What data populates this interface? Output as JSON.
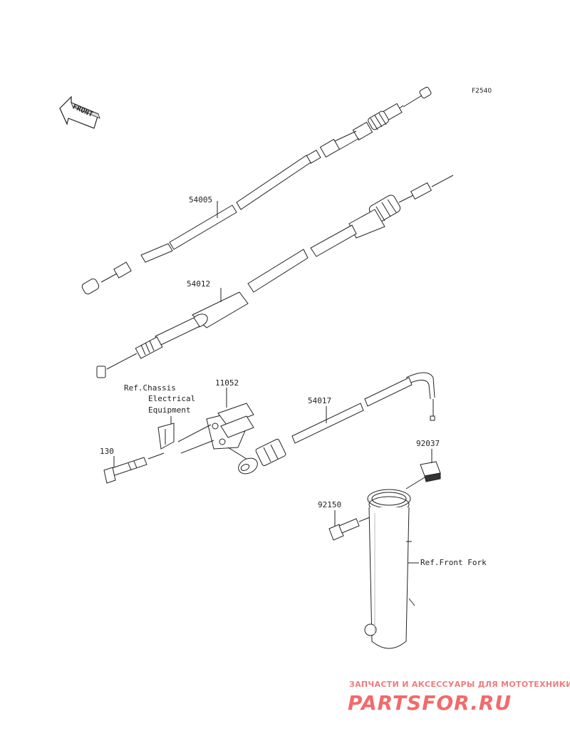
{
  "diagram": {
    "figure_code": "F2540",
    "front_label": "FRONT",
    "parts": [
      {
        "id": "54005"
      },
      {
        "id": "54012"
      },
      {
        "id": "11052"
      },
      {
        "id": "54017"
      },
      {
        "id": "130"
      },
      {
        "id": "92037"
      },
      {
        "id": "92150"
      }
    ],
    "references": {
      "chassis_line1": "Ref.Chassis",
      "chassis_line2": "Electrical",
      "chassis_line3": "Equipment",
      "front_fork": "Ref.Front Fork"
    }
  },
  "watermark": {
    "tagline": "ЗАПЧАСТИ И АКСЕССУАРЫ ДЛЯ МОТОТЕХНИКИ",
    "logo_text": "PARTSFOR.RU"
  }
}
